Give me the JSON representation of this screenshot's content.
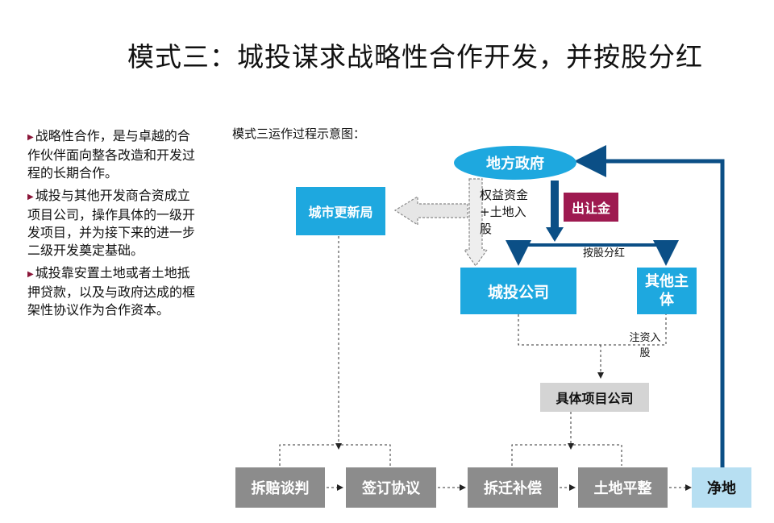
{
  "title": "模式三：城投谋求战略性合作开发，并按股分红",
  "bullets": [
    "战略性合作，是与卓越的合作伙伴面向整各改造和开发过程的长期合作。",
    "城投与其他开发商合资成立项目公司，操作具体的一级开发项目，并为接下来的进一步二级开发奠定基础。",
    "城投靠安置土地或者土地抵押贷款，以及与政府达成的框架性协议作为合作资本。"
  ],
  "diagram": {
    "subtitle": "模式三运作过程示意图：",
    "gov": "地方政府",
    "urban_bureau": "城市更新局",
    "rights": "权益资金+土地入股",
    "transfer_fee": "出让金",
    "dividend": "按股分红",
    "chengtou": "城投公司",
    "other_entity": "其他主体",
    "capital_injection": "注资入股",
    "project_company": "具体项目公司",
    "steps": [
      "拆赔谈判",
      "签订协议",
      "拆迁补偿",
      "土地平整",
      "净地"
    ]
  },
  "colors": {
    "blue": "#1ea8df",
    "navy": "#0b4f86",
    "maroon": "#9e1a50",
    "grey": "#8c8c8c",
    "light_blue": "#b7dff2",
    "project_grey": "#d4d4d4"
  }
}
